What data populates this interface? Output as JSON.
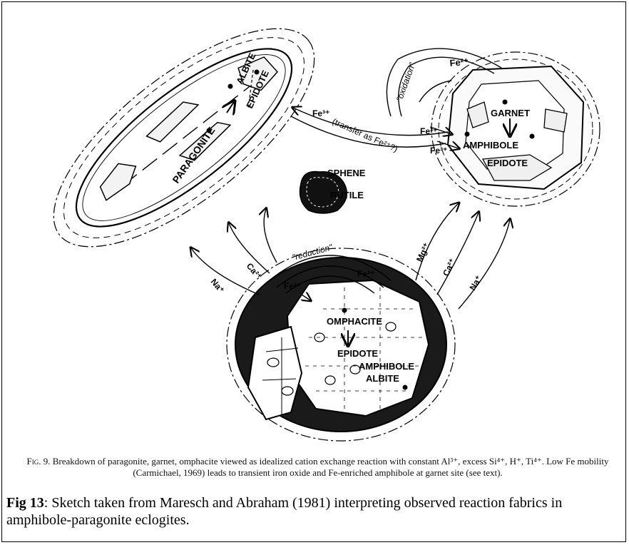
{
  "diagram": {
    "labels": {
      "albite_top": "ALBITE",
      "epidote_top": "EPIDOTE",
      "paragonite": "PARAGONITE",
      "sphene": "SPHENE",
      "rutile": "RUTILE",
      "garnet": "GARNET",
      "amphibole_right": "AMPHIBOLE",
      "epidote_right": "EPIDOTE",
      "omphacite": "OMPHACITE",
      "epidote_bottom": "EPIDOTE",
      "amphibole_bottom": "AMPHIBOLE",
      "albite_bottom": "ALBITE",
      "oxidation": "\"oxidation\"",
      "reduction": "\"reduction\"",
      "fe2_top": "Fe²⁺",
      "fe3_a": "Fe³⁺",
      "fe3_b": "Fe³⁺",
      "fe3_c": "Fe³⁺",
      "transfer": "(transfer as Fe²⁺?)",
      "fe2_bottom": "Fe²⁺",
      "fe3_bottom": "Fe³⁺",
      "na_left": "Na⁺",
      "ca_left": "Ca²⁺",
      "mg_right": "Mg²⁺",
      "ca_right": "Ca²⁺",
      "na_right": "Na⁺"
    }
  },
  "original_caption": {
    "fig_label": "Fig. 9.",
    "text": "Breakdown of paragonite, garnet, omphacite viewed as idealized cation exchange reaction with constant Al³⁺, excess Si⁴⁺, H⁺, Ti⁴⁺. Low Fe mobility (Carmichael, 1969) leads to transient iron oxide and Fe-enriched amphibole at garnet site (see text)."
  },
  "figure_caption": {
    "label": "Fig 13",
    "text": ": Sketch taken from Maresch and Abraham (1981) interpreting observed reaction fabrics in amphibole-paragonite eclogites."
  }
}
